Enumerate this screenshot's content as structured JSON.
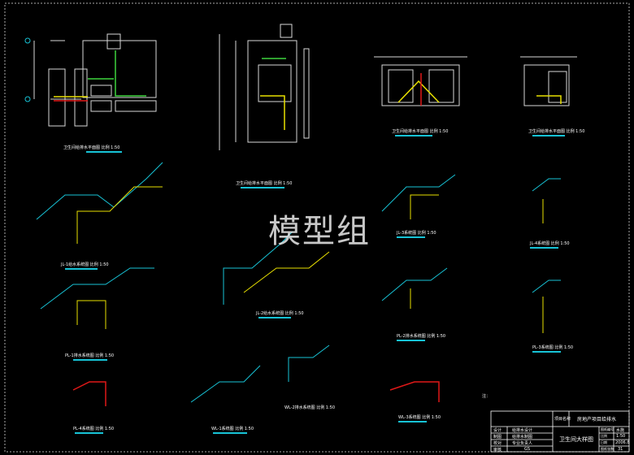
{
  "watermark": "模型组",
  "captions": {
    "plan1": "卫生间给排水平面图 比例 1:50",
    "plan2": "卫生间给排水平面图 比例 1:50",
    "plan3": "卫生间给排水平面图 比例 1:50",
    "plan4": "卫生间给排水平面图 比例 1:50",
    "iso1": "JL-1给水系统图 比例 1:50",
    "iso2": "JL-2给水系统图 比例 1:50",
    "iso3": "JL-3系统图 比例 1:50",
    "iso4": "JL-4系统图 比例 1:50",
    "iso5": "PL-1排水系统图 比例 1:50",
    "iso6": "PL-2排水系统图 比例 1:50",
    "iso7": "PL-3系统图 比例 1:50",
    "iso8": "PL-4系统图 比例 1:50",
    "iso9": "WL-1系统图 比例 1:50",
    "iso10": "WL-2排水系统图 比例 1:50",
    "iso11": "WL-3系统图 比例 1:50",
    "note": "注："
  },
  "title_block": {
    "project_label": "项目名称",
    "project_name": "房地产项目给排水",
    "drawing_title": "卫生间大样图",
    "left_rows": [
      {
        "role": "设计",
        "name": "给排水设计"
      },
      {
        "role": "制图",
        "name": "给排水制图"
      },
      {
        "role": "校对",
        "name": "专业负责人"
      },
      {
        "role": "审核",
        "name": "GS"
      }
    ],
    "right_rows": [
      {
        "label": "图纸编号",
        "value": "水施"
      },
      {
        "label": "比例",
        "value": "1:50"
      },
      {
        "label": "日期",
        "value": "2006.8"
      },
      {
        "label": "图纸张数",
        "value": "31"
      }
    ]
  },
  "colors": {
    "background": "#000000",
    "pipe_cyan": "#17c3d6",
    "pipe_yellow": "#e8e000",
    "pipe_green": "#3ed43e",
    "pipe_red": "#e01818",
    "wall": "#d8d8d8"
  }
}
